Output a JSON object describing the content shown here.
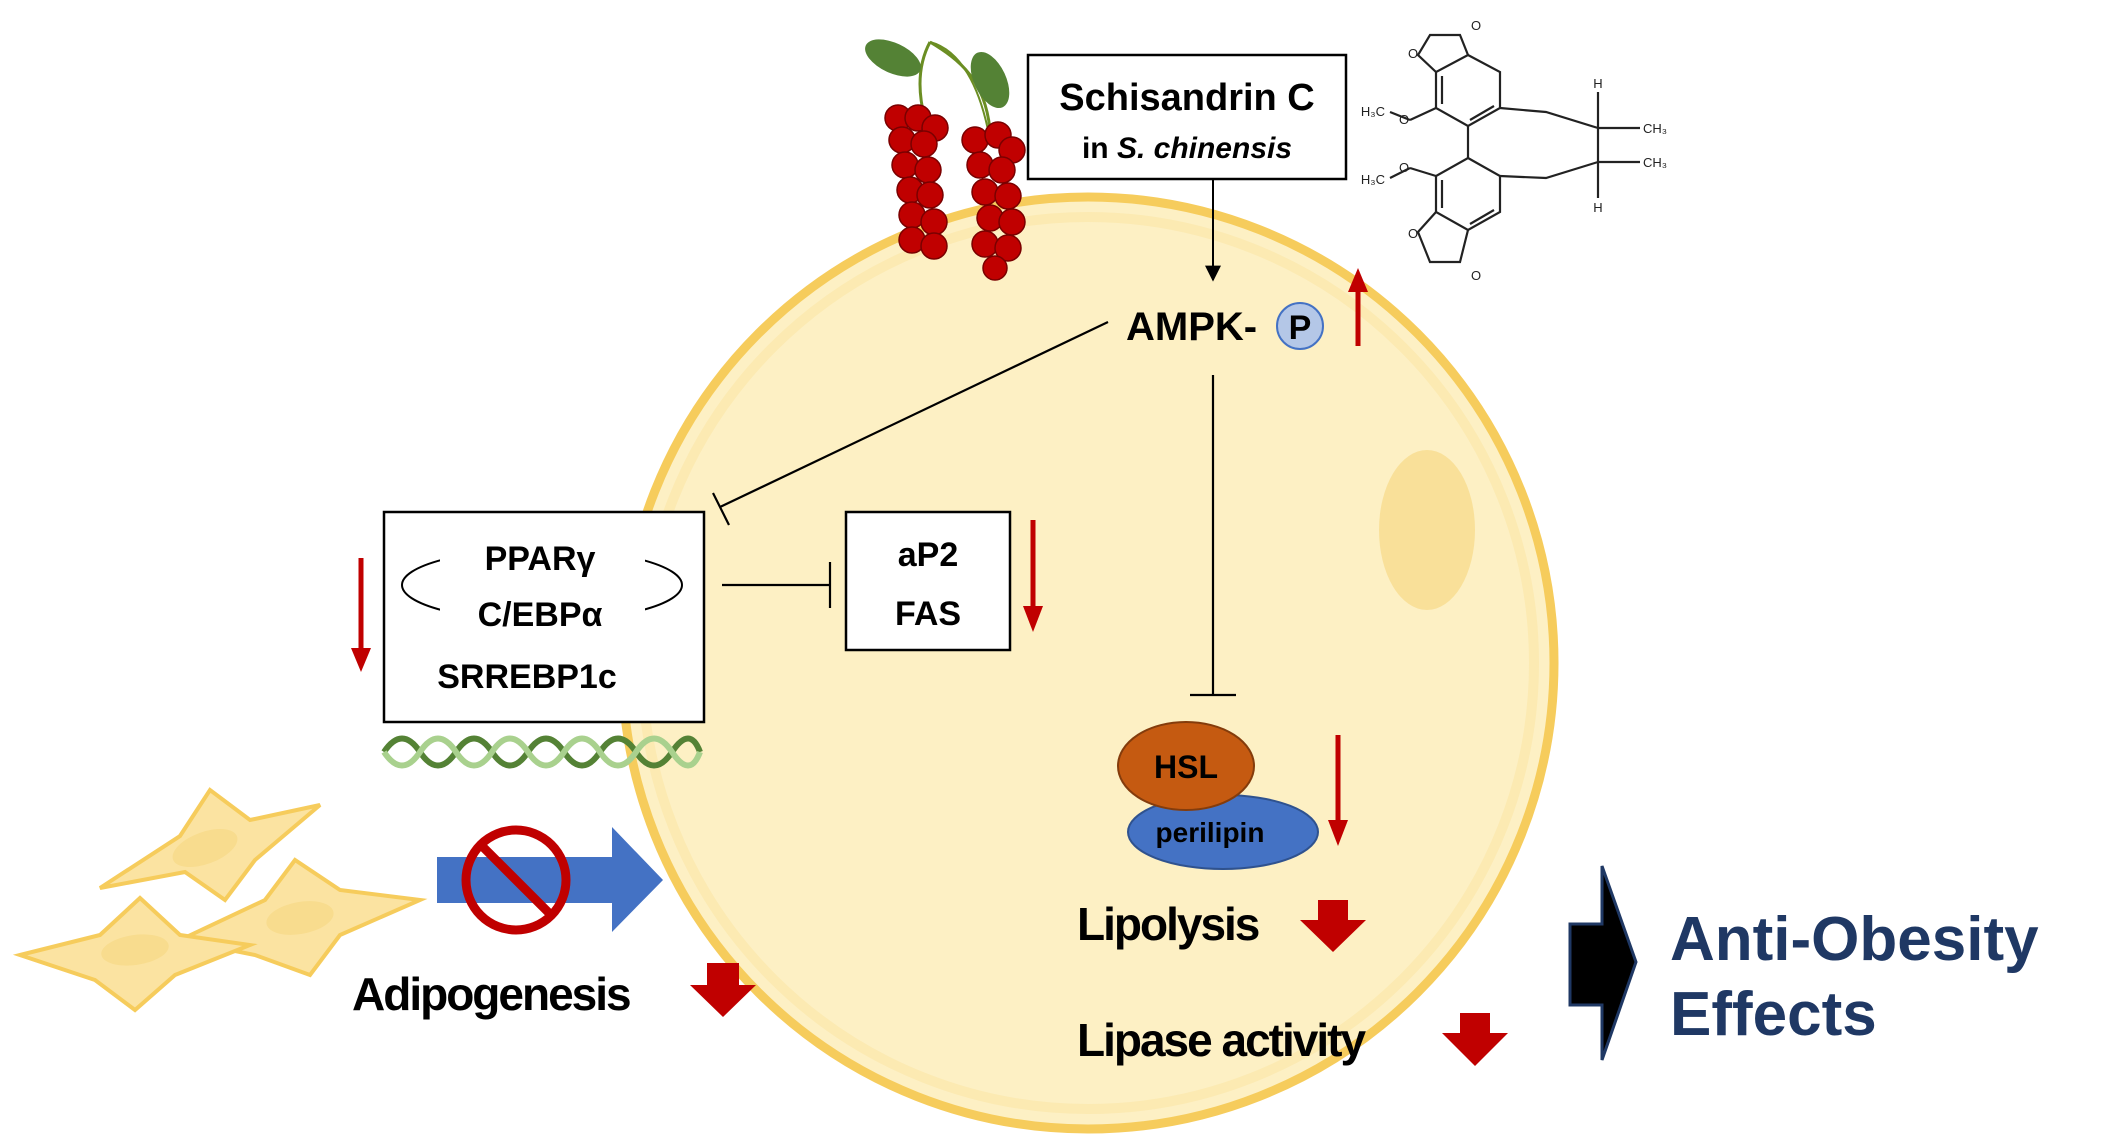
{
  "compound": {
    "name": "Schisandrin C",
    "source_prefix": "in ",
    "source_species": "S. chinensis"
  },
  "ampk": {
    "label": "AMPK-",
    "phospho": "P"
  },
  "transcription_factors": {
    "items": [
      "PPARγ",
      "C/EBPα",
      "SRREBP1c"
    ]
  },
  "target_genes": {
    "items": [
      "aP2",
      "FAS"
    ]
  },
  "lipase_complex": {
    "hsl": "HSL",
    "perilipin": "perilipin"
  },
  "outcomes": {
    "adipogenesis": "Adipogenesis",
    "lipolysis": "Lipolysis",
    "lipase_activity": "Lipase activity"
  },
  "effect": {
    "line1": "Anti-Obesity",
    "line2": "Effects"
  },
  "structure_labels": {
    "o": "O",
    "h3co_a": "H₃C",
    "h3co_b": "H₃C",
    "ch3_a": "CH₃",
    "ch3_b": "CH₃",
    "h_a": "H",
    "h_b": "H"
  },
  "colors": {
    "cell_fill": "#fdf0c4",
    "cell_border": "#f6cc5c",
    "nucleus": "#f8dc8e",
    "down_arrow": "#c00000",
    "up_arrow": "#c00000",
    "flow_arrow": "#4472c4",
    "hsl": "#c55a11",
    "perilipin": "#4472c4",
    "phospho": "#b4c7e7",
    "effect_text": "#1f3864",
    "berry": "#c00000",
    "leaf": "#548235",
    "dna_light": "#a9d18e",
    "dna_dark": "#548235",
    "stem_cell_fill": "#fbe3a1",
    "stem_cell_border": "#f6cc5c"
  },
  "icons": {
    "berries": "schisandra-berries-icon",
    "molecule": "chemical-structure-icon",
    "dna": "dna-helix-icon",
    "prohibition": "prohibition-icon",
    "preadipocytes": "preadipocyte-cells-icon"
  }
}
